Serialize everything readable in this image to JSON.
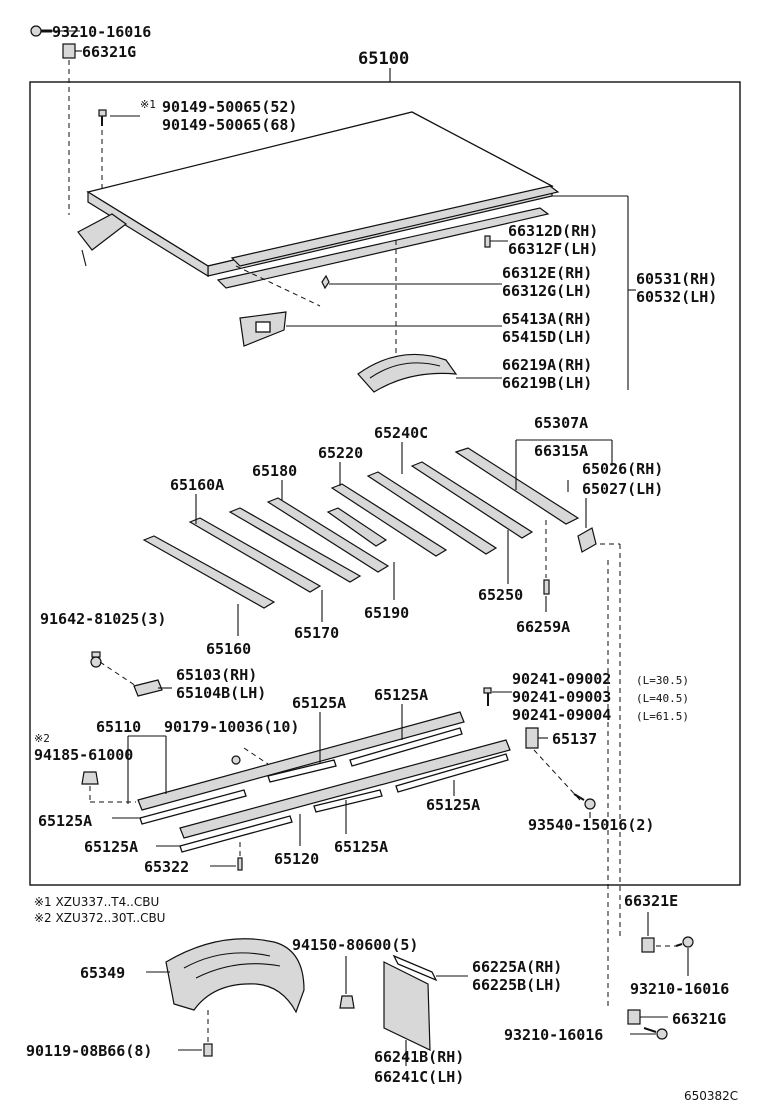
{
  "diagram_id": "650382C",
  "assembly_number": "65100",
  "notes": {
    "n1": "※1 XZU337..T4..CBU",
    "n2": "※2 XZU372..30T..CBU"
  },
  "labels": {
    "p93210_16016_top": "93210-16016",
    "p66321G_top": "66321G",
    "p65100": "65100",
    "mark1": "※1",
    "p90149_52": "90149-50065(52)",
    "p90149_68": "90149-50065(68)",
    "p66312D": "66312D(RH)",
    "p66312F": "66312F(LH)",
    "p66312E": "66312E(RH)",
    "p66312G": "66312G(LH)",
    "p60531": "60531(RH)",
    "p60532": "60532(LH)",
    "p65413A": "65413A(RH)",
    "p65415D": "65415D(LH)",
    "p66219A": "66219A(RH)",
    "p66219B": "66219B(LH)",
    "p65307A": "65307A",
    "p65240C": "65240C",
    "p66315A": "66315A",
    "p65220": "65220",
    "p65180": "65180",
    "p65026": "65026(RH)",
    "p65027": "65027(LH)",
    "p65160A": "65160A",
    "p65250": "65250",
    "p65190": "65190",
    "p91642": "91642-81025(3)",
    "p65160": "65160",
    "p65170": "65170",
    "p66259A": "66259A",
    "p65103": "65103(RH)",
    "p65104B": "65104B(LH)",
    "p65125A_1": "65125A",
    "p65125A_2": "65125A",
    "p90241_002": "90241-09002",
    "p90241_002_l": "(L=30.5)",
    "p90241_003": "90241-09003",
    "p90241_003_l": "(L=40.5)",
    "p90241_004": "90241-09004",
    "p90241_004_l": "(L=61.5)",
    "mark2": "※2",
    "p65110": "65110",
    "p90179": "90179-10036(10)",
    "p94185": "94185-61000",
    "p65137": "65137",
    "p65125A_3": "65125A",
    "p65125A_4": "65125A",
    "p93540": "93540-15016(2)",
    "p65125A_5": "65125A",
    "p65125A_6": "65125A",
    "p65322": "65322",
    "p65120": "65120",
    "p66321E": "66321E",
    "p94150": "94150-80600(5)",
    "p65349": "65349",
    "p66225A": "66225A(RH)",
    "p66225B": "66225B(LH)",
    "p93210_16016_r": "93210-16016",
    "p66321G_b": "66321G",
    "p93210_16016_b": "93210-16016",
    "p90119": "90119-08B66(8)",
    "p66241B": "66241B(RH)",
    "p66241C": "66241C(LH)"
  }
}
